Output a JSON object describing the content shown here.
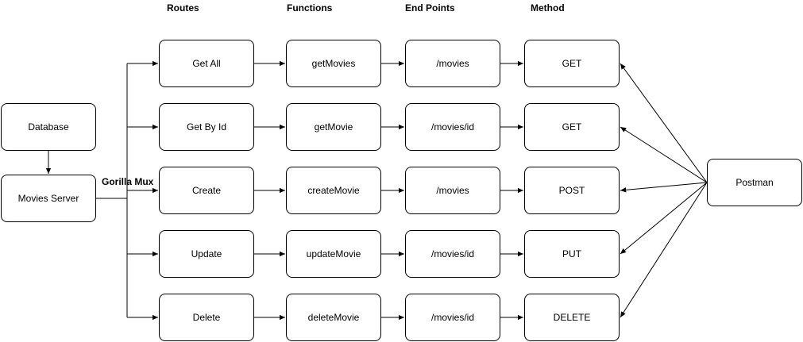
{
  "headers": {
    "routes": "Routes",
    "functions": "Functions",
    "endpoints": "End Points",
    "method": "Method"
  },
  "left": {
    "database": "Database",
    "server": "Movies Server",
    "mux": "Gorilla Mux"
  },
  "right": {
    "client": "Postman"
  },
  "rows": [
    {
      "route": "Get All",
      "func": "getMovies",
      "endpoint": "/movies",
      "method": "GET"
    },
    {
      "route": "Get By Id",
      "func": "getMovie",
      "endpoint": "/movies/id",
      "method": "GET"
    },
    {
      "route": "Create",
      "func": "createMovie",
      "endpoint": "/movies",
      "method": "POST"
    },
    {
      "route": "Update",
      "func": "updateMovie",
      "endpoint": "/movies/id",
      "method": "PUT"
    },
    {
      "route": "Delete",
      "func": "deleteMovie",
      "endpoint": "/movies/id",
      "method": "DELETE"
    }
  ]
}
